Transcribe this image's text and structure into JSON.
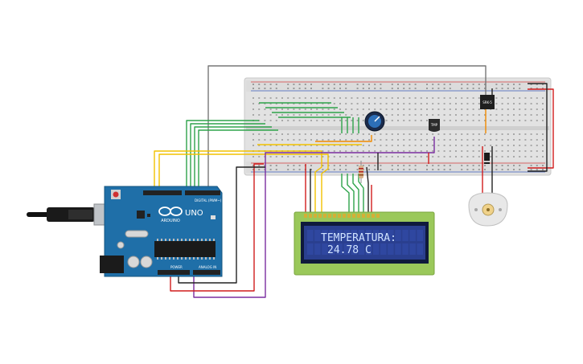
{
  "lcd": {
    "line1": "TEMPERATURA:",
    "line2": "24.78 C"
  },
  "arduino": {
    "brand": "ARDUINO",
    "model": "UNO",
    "digital_label": "DIGITAL (PWM~)",
    "power_label": "POWER",
    "analog_label": "ANALOG IN"
  },
  "components": {
    "sensor_label": "TMP",
    "relay_label": "SRK-5"
  },
  "colors": {
    "board": "#1f6fa8",
    "breadboard": "#e2e2e2",
    "lcd_bezel": "#9ac85a",
    "lcd_screen": "#2a3f8f",
    "wire_red": "#d11d1d",
    "wire_black": "#222222",
    "wire_green": "#2ea34a",
    "wire_yellow": "#f2c200",
    "wire_orange": "#f08a00",
    "wire_purple": "#7a2ea0",
    "wire_gray": "#777777"
  }
}
